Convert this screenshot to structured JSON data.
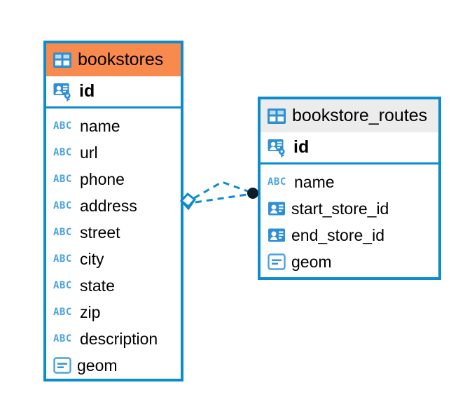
{
  "diagram": {
    "type": "entity-relationship-diagram",
    "background_color": "#ffffff",
    "accent_color": "#0c8ccd",
    "icon_blue": "#2d8fd5",
    "abc_blue": "#4aa3dd",
    "entities": [
      {
        "name": "bookstores",
        "header_color": "#f98a4d",
        "header_icon": "table-grid-icon",
        "primary_key": {
          "label": "id",
          "icon": "primary-key-icon"
        },
        "fields": [
          {
            "label": "name",
            "icon": "abc-text-icon",
            "icon_text": "ABC"
          },
          {
            "label": "url",
            "icon": "abc-text-icon",
            "icon_text": "ABC"
          },
          {
            "label": "phone",
            "icon": "abc-text-icon",
            "icon_text": "ABC"
          },
          {
            "label": "address",
            "icon": "abc-text-icon",
            "icon_text": "ABC"
          },
          {
            "label": "street",
            "icon": "abc-text-icon",
            "icon_text": "ABC"
          },
          {
            "label": "city",
            "icon": "abc-text-icon",
            "icon_text": "ABC"
          },
          {
            "label": "state",
            "icon": "abc-text-icon",
            "icon_text": "ABC"
          },
          {
            "label": "zip",
            "icon": "abc-text-icon",
            "icon_text": "ABC"
          },
          {
            "label": "description",
            "icon": "abc-text-icon",
            "icon_text": "ABC"
          },
          {
            "label": "geom",
            "icon": "geometry-icon",
            "icon_text": ""
          }
        ]
      },
      {
        "name": "bookstore_routes",
        "header_color": "#ececec",
        "header_icon": "table-grid-icon",
        "primary_key": {
          "label": "id",
          "icon": "primary-key-icon"
        },
        "fields": [
          {
            "label": "name",
            "icon": "abc-text-icon",
            "icon_text": "ABC"
          },
          {
            "label": "start_store_id",
            "icon": "foreign-key-icon",
            "icon_text": ""
          },
          {
            "label": "end_store_id",
            "icon": "foreign-key-icon",
            "icon_text": ""
          },
          {
            "label": "geom",
            "icon": "geometry-icon",
            "icon_text": ""
          }
        ]
      }
    ],
    "relationship": {
      "name": "bookstores-to-bookstore-routes",
      "line_style": "dashed",
      "line_color": "#0c8ccd",
      "source_marker": "diamond-crowsfoot-marker",
      "target_marker": "filled-circle-marker",
      "target_marker_color": "#0d1b2a"
    }
  }
}
